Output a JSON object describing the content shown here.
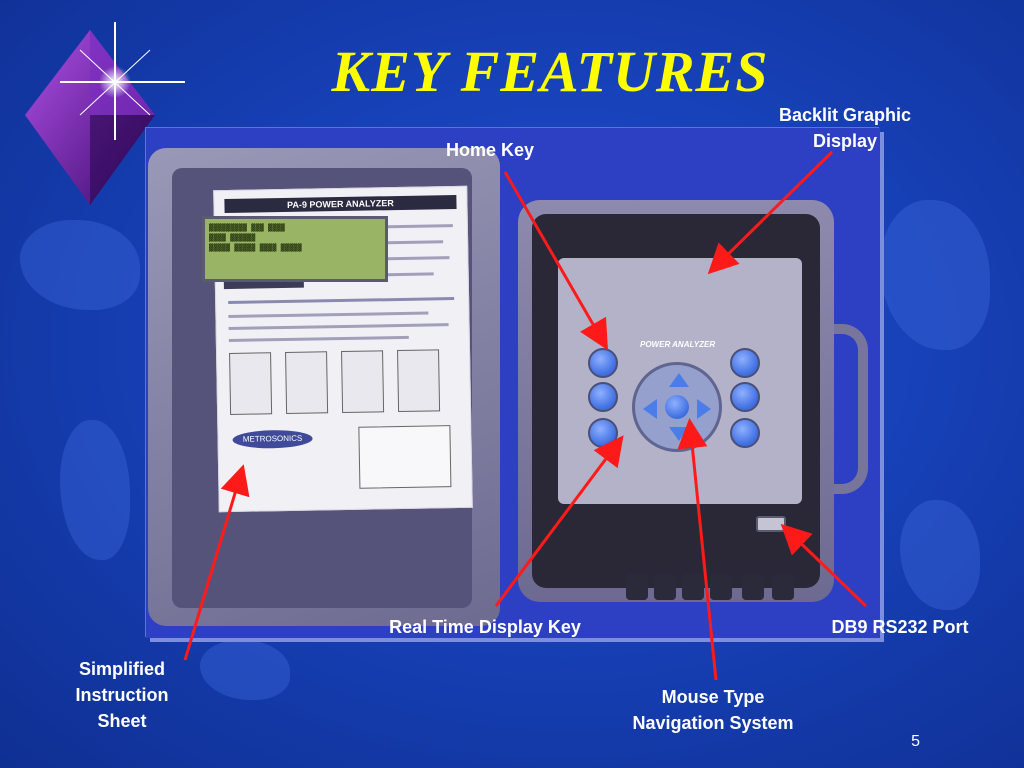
{
  "slide": {
    "title": "KEY FEATURES",
    "page_number": "5"
  },
  "callouts": {
    "backlit_display": "Backlit Graphic Display",
    "home_key": "Home Key",
    "real_time_key": "Real Time Display Key",
    "db9_port": "DB9 RS232 Port",
    "instruction_sheet": "Simplified Instruction Sheet",
    "navigation": "Mouse Type Navigation System"
  },
  "photo": {
    "sheet_title": "PA-9 POWER ANALYZER",
    "device_brand": "POWER ANALYZER",
    "sheet_company": "METROSONICS"
  },
  "colors": {
    "background": "#1741b8",
    "title": "#ffff00",
    "arrow": "#ff1a1a",
    "text": "#ffffff"
  },
  "icons": [
    "star-diamond-icon"
  ]
}
